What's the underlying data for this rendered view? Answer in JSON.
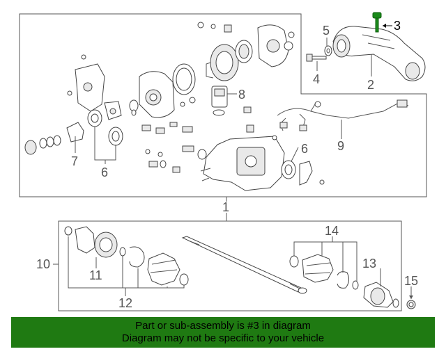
{
  "callouts": {
    "c1": "1",
    "c2": "2",
    "c3": "3",
    "c4": "4",
    "c5": "5",
    "c6a": "6",
    "c6b": "6",
    "c7": "7",
    "c8": "8",
    "c9": "9",
    "c10": "10",
    "c11": "11",
    "c12": "12",
    "c13": "13",
    "c14": "14",
    "c15": "15"
  },
  "highlight": {
    "part_number": "3",
    "color": "#1a8a1a"
  },
  "banner": {
    "line1": "Part or sub-assembly is #3 in diagram",
    "line2": "Diagram may not be specific to your vehicle",
    "background": "#1f7a12"
  }
}
